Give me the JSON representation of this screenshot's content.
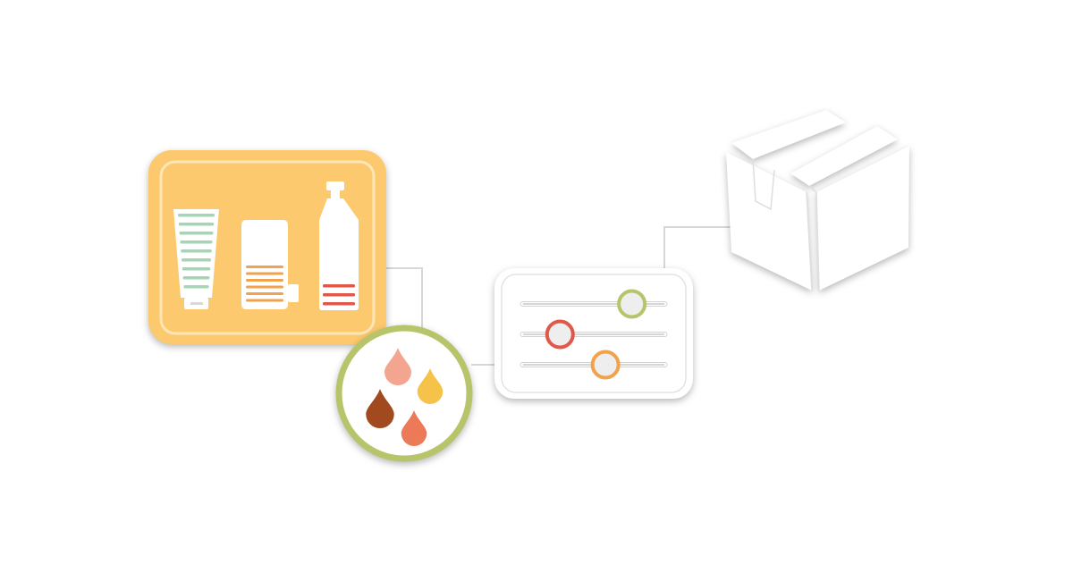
{
  "colors": {
    "background": "#ffffff",
    "products_panel_fill": "#fcc96f",
    "products_panel_frame": "#fde7b6",
    "tube_stripe": "#a4d6b3",
    "jar_stripe": "#f0a24c",
    "bottle_stripe": "#e0584a",
    "connector": "#d7d7d7",
    "ingredients_ring": "#b8c46a",
    "drop_peach": "#f4a590",
    "drop_yellow": "#f5c34a",
    "drop_brown": "#a1491f",
    "drop_coral": "#ec7a59",
    "knob_green": "#b8c46a",
    "knob_red": "#e0584a",
    "knob_orange": "#f0a24c",
    "package_fill": "#ffffff"
  },
  "nodes": [
    {
      "id": "products",
      "icon": "cosmetic-products-icon"
    },
    {
      "id": "ingredients",
      "icon": "ingredient-drops-icon"
    },
    {
      "id": "formulation",
      "icon": "adjustment-sliders-icon"
    },
    {
      "id": "packaging",
      "icon": "package-box-icon"
    }
  ],
  "sliders": [
    {
      "name": "slider-1",
      "knob_color": "knob_green",
      "level": 0.76
    },
    {
      "name": "slider-2",
      "knob_color": "knob_red",
      "level": 0.27
    },
    {
      "name": "slider-3",
      "knob_color": "knob_orange",
      "level": 0.58
    }
  ]
}
